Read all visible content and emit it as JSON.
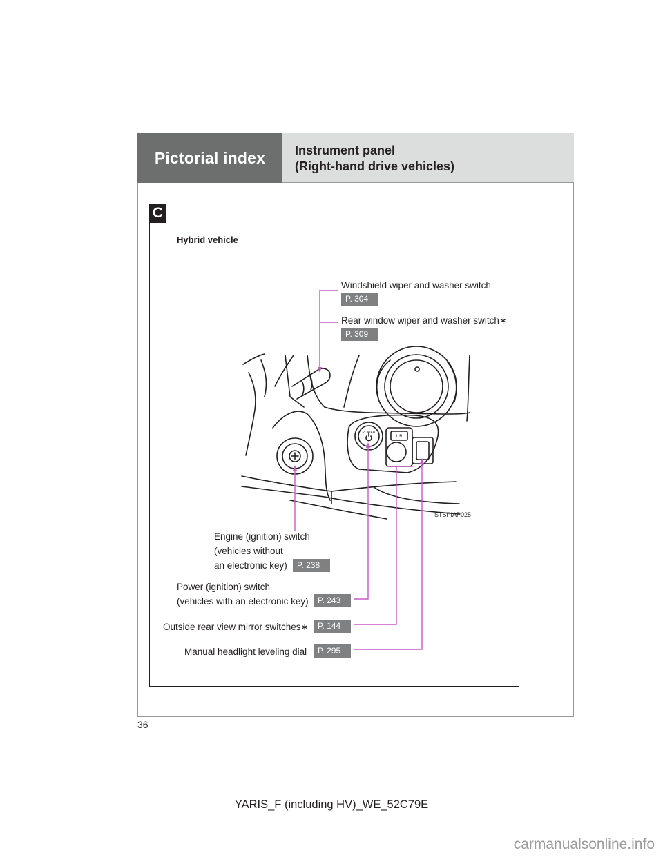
{
  "header": {
    "tab_label": "Pictorial index",
    "title_line1": "Instrument panel",
    "title_line2": "(Right-hand drive vehicles)"
  },
  "section": {
    "letter": "C",
    "subheading": "Hybrid vehicle"
  },
  "illustration": {
    "code": "STSPIAP025",
    "power_button_text": "POWER",
    "mirror_switch_text": "L R"
  },
  "callouts": {
    "wiper": {
      "label": "Windshield wiper and washer switch",
      "page": "P. 304"
    },
    "rear_wiper": {
      "label": "Rear window wiper and washer switch",
      "mark": "∗",
      "page": "P. 309"
    },
    "engine_switch": {
      "line1": "Engine (ignition) switch",
      "line2": "(vehicles without",
      "line3": "an electronic key)",
      "page": "P. 238"
    },
    "power_switch": {
      "line1": "Power (ignition) switch",
      "line2": "(vehicles with an electronic key)",
      "page": "P. 243"
    },
    "mirror_switches": {
      "label": "Outside rear view mirror switches",
      "mark": "∗",
      "page": "P. 144"
    },
    "headlight_dial": {
      "label": "Manual headlight leveling dial",
      "page": "P. 295"
    }
  },
  "colors": {
    "leader_line": "#c85ac8",
    "tab_dark": "#6d6e6e",
    "tab_light": "#dcdddd",
    "ref_badge": "#7f8081"
  },
  "page": {
    "number": "36",
    "footer": "YARIS_F (including HV)_WE_52C79E"
  },
  "watermark": "carmanualsonline.info"
}
